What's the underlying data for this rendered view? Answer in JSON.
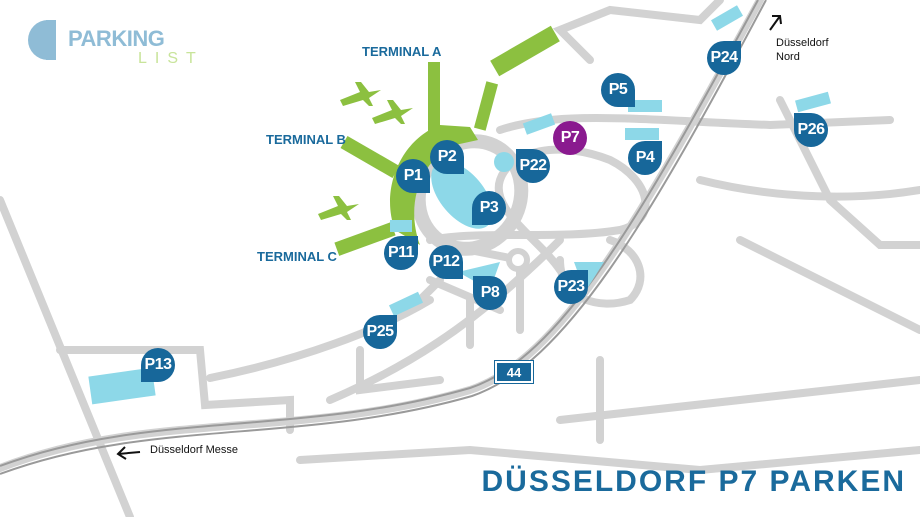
{
  "logo": {
    "main": "PARKING",
    "sub": "LIST"
  },
  "title": "DÜSSELDORF P7 PARKEN",
  "terminals": {
    "a": "TERMINAL A",
    "b": "TERMINAL B",
    "c": "TERMINAL C"
  },
  "highway": "44",
  "directions": {
    "nord": "Düsseldorf\nNord",
    "messe": "Düsseldorf Messe"
  },
  "parking": {
    "p1": "P1",
    "p2": "P2",
    "p3": "P3",
    "p4": "P4",
    "p5": "P5",
    "p7": "P7",
    "p8": "P8",
    "p11": "P11",
    "p12": "P12",
    "p13": "P13",
    "p22": "P22",
    "p23": "P23",
    "p24": "P24",
    "p25": "P25",
    "p26": "P26"
  },
  "colors": {
    "pin": "#17679a",
    "highlight": "#8a1a8f",
    "terminal": "#8cc040",
    "lot": "#8dd8e8",
    "road": "#d2d2d2"
  }
}
